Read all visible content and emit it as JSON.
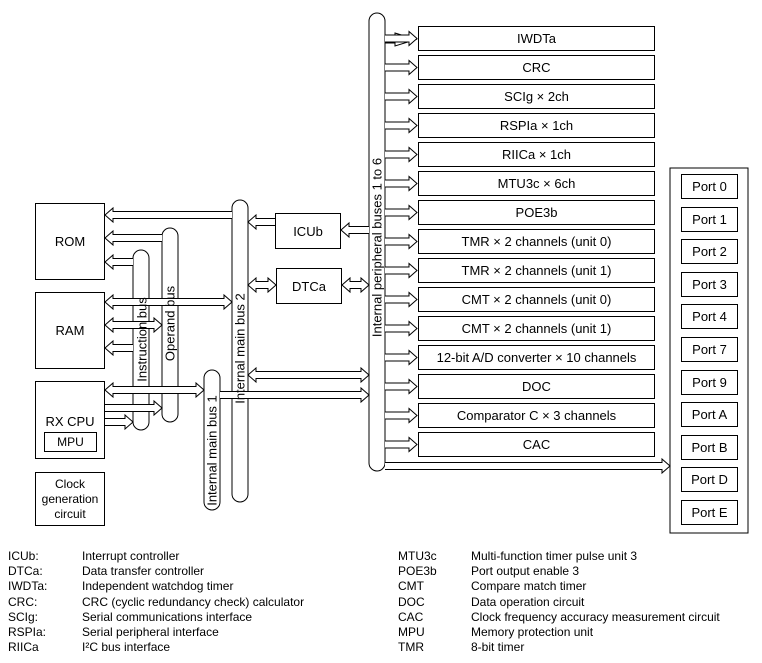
{
  "blocks": {
    "rom": "ROM",
    "ram": "RAM",
    "cpu": "RX CPU",
    "mpu": "MPU",
    "clock": [
      "Clock",
      "generation",
      "circuit"
    ],
    "icu": "ICUb",
    "dtc": "DTCa"
  },
  "buses": {
    "instruction": "Instruction bus",
    "operand": "Operand bus",
    "main1": "Internal main bus 1",
    "main2": "Internal main bus 2",
    "peripheral": "Internal peripheral buses 1 to 6"
  },
  "peripherals": [
    "IWDTa",
    "CRC",
    "SCIg × 2ch",
    "RSPIa × 1ch",
    "RIICa × 1ch",
    "MTU3c × 6ch",
    "POE3b",
    "TMR × 2 channels (unit 0)",
    "TMR × 2 channels (unit 1)",
    "CMT × 2 channels (unit 0)",
    "CMT × 2 channels (unit 1)",
    "12-bit A/D converter × 10 channels",
    "DOC",
    "Comparator C × 3 channels",
    "CAC"
  ],
  "ports": [
    "Port 0",
    "Port 1",
    "Port 2",
    "Port 3",
    "Port 4",
    "Port 7",
    "Port 9",
    "Port A",
    "Port B",
    "Port D",
    "Port E"
  ],
  "legend_left": [
    {
      "abbr": "ICUb:",
      "desc": "Interrupt controller"
    },
    {
      "abbr": "DTCa:",
      "desc": "Data transfer controller"
    },
    {
      "abbr": "IWDTa:",
      "desc": "Independent watchdog timer"
    },
    {
      "abbr": "CRC:",
      "desc": "CRC (cyclic redundancy check) calculator"
    },
    {
      "abbr": "SCIg:",
      "desc": "Serial communications interface"
    },
    {
      "abbr": "RSPIa:",
      "desc": "Serial peripheral interface"
    },
    {
      "abbr": "RIICa",
      "desc": "I²C bus interface"
    }
  ],
  "legend_right": [
    {
      "abbr": "MTU3c",
      "desc": "Multi-function timer pulse unit 3"
    },
    {
      "abbr": "POE3b",
      "desc": "Port output enable 3"
    },
    {
      "abbr": "CMT",
      "desc": "Compare match timer"
    },
    {
      "abbr": "DOC",
      "desc": "Data operation circuit"
    },
    {
      "abbr": "CAC",
      "desc": "Clock frequency accuracy measurement circuit"
    },
    {
      "abbr": "MPU",
      "desc": "Memory protection unit"
    },
    {
      "abbr": "TMR",
      "desc": "8-bit timer"
    }
  ]
}
